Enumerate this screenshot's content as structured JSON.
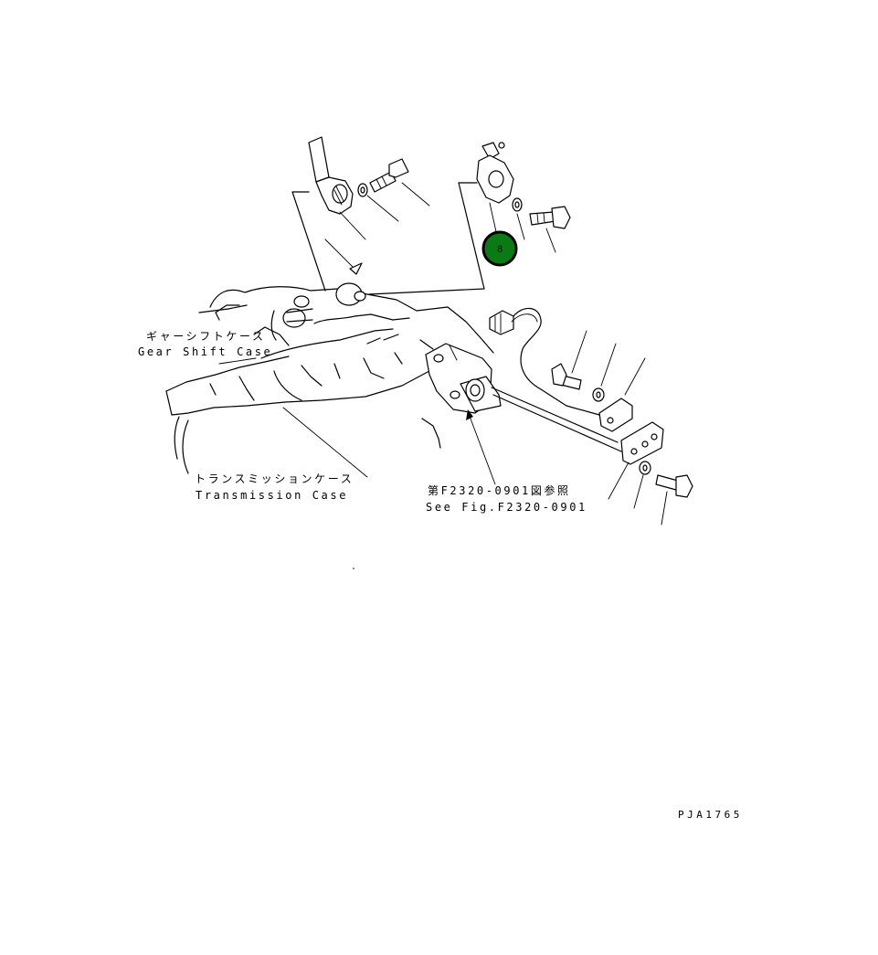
{
  "labels": {
    "gear_shift_case_jp": "ギャーシフトケース",
    "gear_shift_case_en": "Gear Shift Case",
    "transmission_case_jp": "トランスミッションケース",
    "transmission_case_en": "Transmission Case",
    "see_fig_jp": "第F2320-0901図参照",
    "see_fig_en": "See Fig.F2320-0901",
    "drawing_code": "PJA1765"
  },
  "callouts": [
    {
      "number": "8",
      "fill": "#0a7a14",
      "ring": "#000000"
    }
  ],
  "colors": {
    "line": "#000000",
    "background": "#ffffff",
    "callout_fill": "#0a7a14"
  }
}
